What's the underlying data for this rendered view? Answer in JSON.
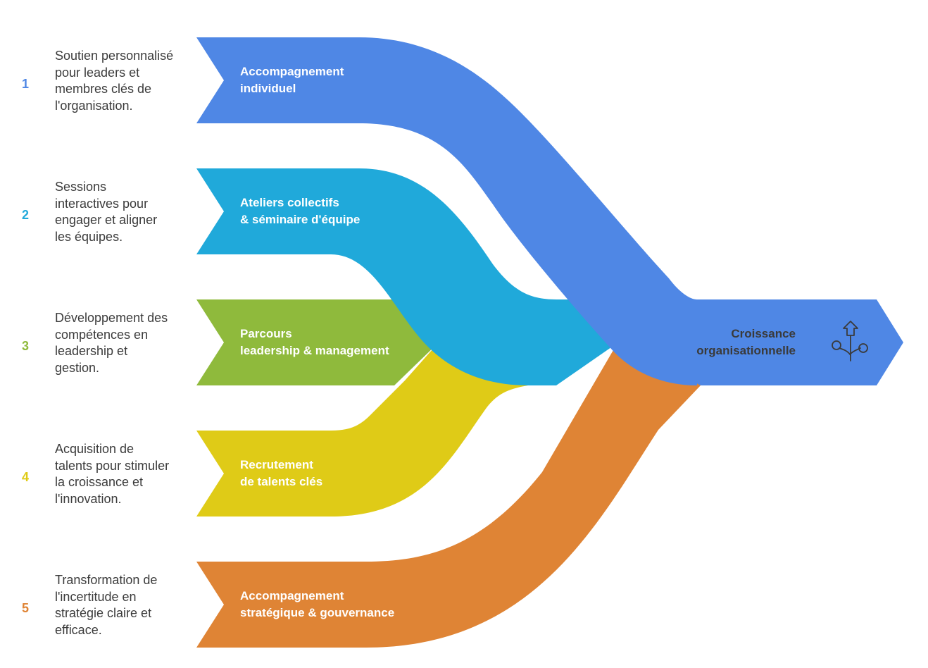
{
  "streams": [
    {
      "number": "1",
      "color": "#4f87e5",
      "label": [
        "Accompagnement",
        "individuel"
      ],
      "description": [
        "Soutien personnalisé",
        "pour leaders et",
        "membres clés de",
        "l'organisation."
      ]
    },
    {
      "number": "2",
      "color": "#20a9da",
      "label": [
        "Ateliers collectifs",
        "& séminaire d'équipe"
      ],
      "description": [
        "Sessions",
        "interactives pour",
        "engager et aligner",
        "les équipes."
      ]
    },
    {
      "number": "3",
      "color": "#8fba3c",
      "label": [
        "Parcours",
        "leadership & management"
      ],
      "description": [
        "Développement des",
        "compétences en",
        "leadership et",
        "gestion."
      ]
    },
    {
      "number": "4",
      "color": "#dfcb17",
      "label": [
        "Recrutement",
        "de talents clés"
      ],
      "description": [
        "Acquisition de",
        "talents pour stimuler",
        "la croissance et",
        "l'innovation."
      ]
    },
    {
      "number": "5",
      "color": "#df8435",
      "label": [
        "Accompagnement",
        "stratégique & gouvernance"
      ],
      "description": [
        "Transformation de",
        "l'incertitude en",
        "stratégie claire et",
        "efficace."
      ]
    }
  ],
  "target": {
    "label": [
      "Croissance",
      "organisationnelle"
    ],
    "color": "#4f87e5",
    "icon": "growth-icon"
  }
}
